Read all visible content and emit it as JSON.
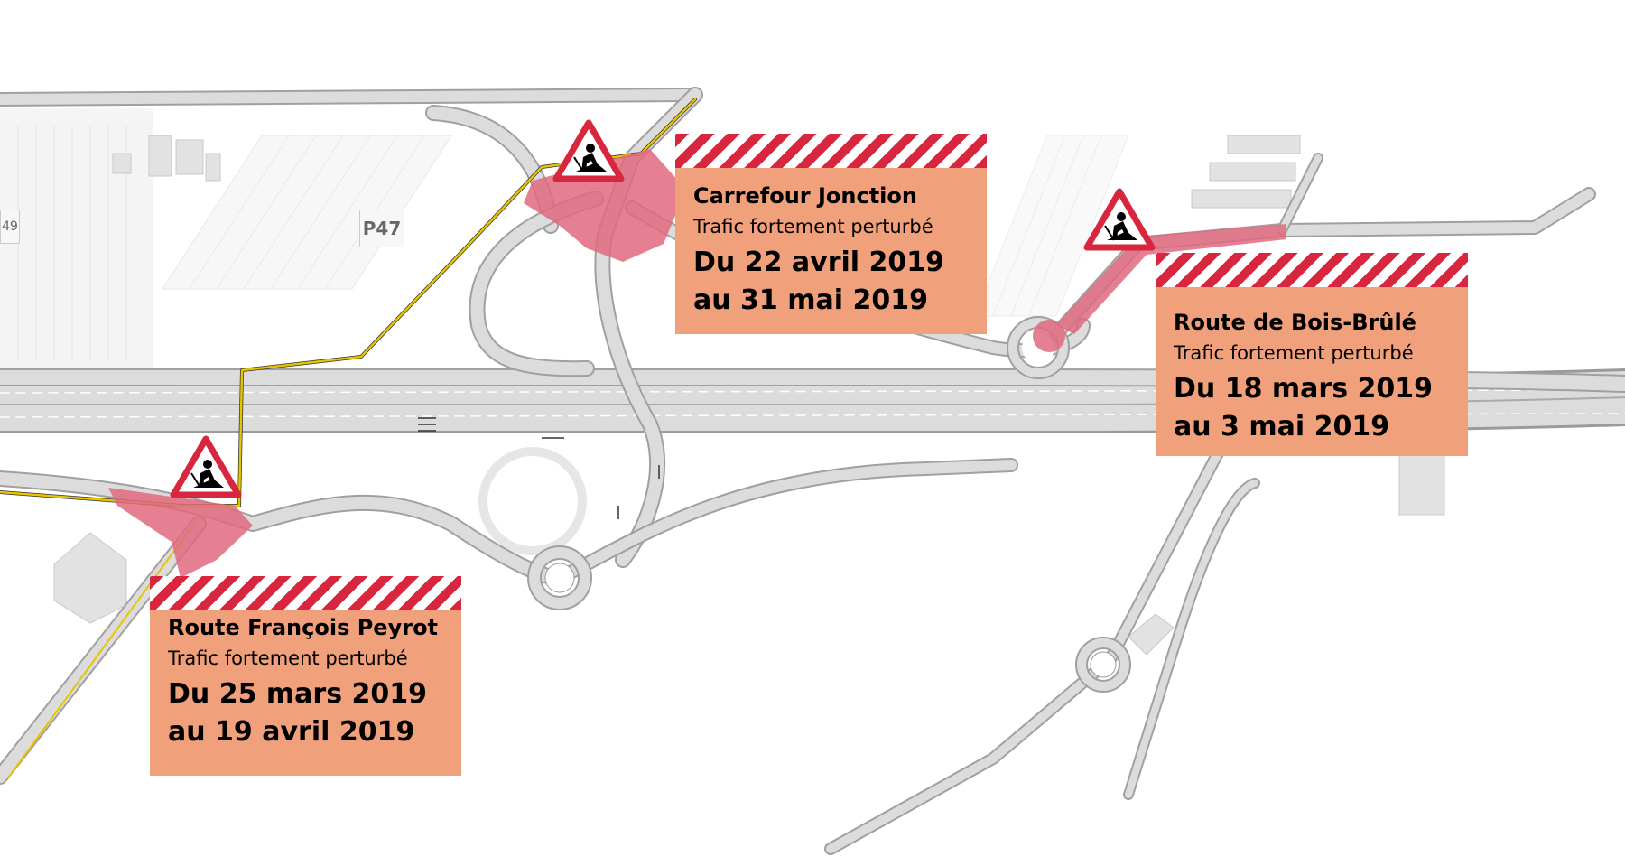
{
  "panels": [
    {
      "title": "Carrefour Jonction",
      "subtitle": "Trafic fortement perturbé",
      "date_line1": "Du 22 avril 2019",
      "date_line2": "au 31 mai 2019"
    },
    {
      "title": "Route de Bois-Brûlé",
      "subtitle": "Trafic fortement perturbé",
      "date_line1": "Du 18 mars 2019",
      "date_line2": "au 3 mai 2019"
    },
    {
      "title": "Route François Peyrot",
      "subtitle": "Trafic fortement perturbé",
      "date_line1": "Du 25 mars 2019",
      "date_line2": "au 19 avril 2019"
    }
  ],
  "parking_labels": {
    "p47": "P47",
    "p49": "49"
  },
  "colors": {
    "panel": "#f0a07a",
    "stripe": "#d7263d",
    "worksite": "#e06a80",
    "road": "#d9d9d9",
    "road_edge": "#9a9a9a",
    "yellow_path": "#e8c400"
  },
  "icons": [
    "roadwork-warning-sign"
  ]
}
